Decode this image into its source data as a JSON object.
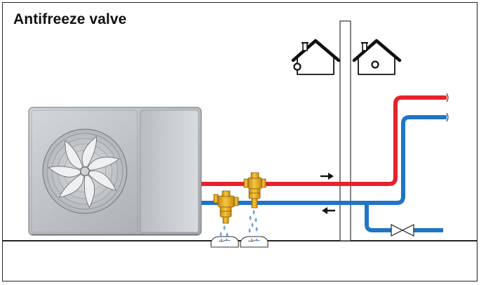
{
  "title": "Antifreeze valve",
  "colors": {
    "supply_pipe": "#e8212b",
    "return_pipe": "#1f74c6",
    "valve_body": "#f0b41c",
    "outdoor_unit": "#c9cdd0",
    "outline": "#222222"
  },
  "icons": {
    "house_left": "house-icon",
    "house_right": "house-icon",
    "fan": "fan-icon",
    "check_valve": "check-valve-icon"
  },
  "flow": {
    "supply_direction": "right",
    "return_direction": "left"
  },
  "valves": [
    {
      "pipe": "return",
      "state": "open"
    },
    {
      "pipe": "supply",
      "state": "open"
    }
  ]
}
